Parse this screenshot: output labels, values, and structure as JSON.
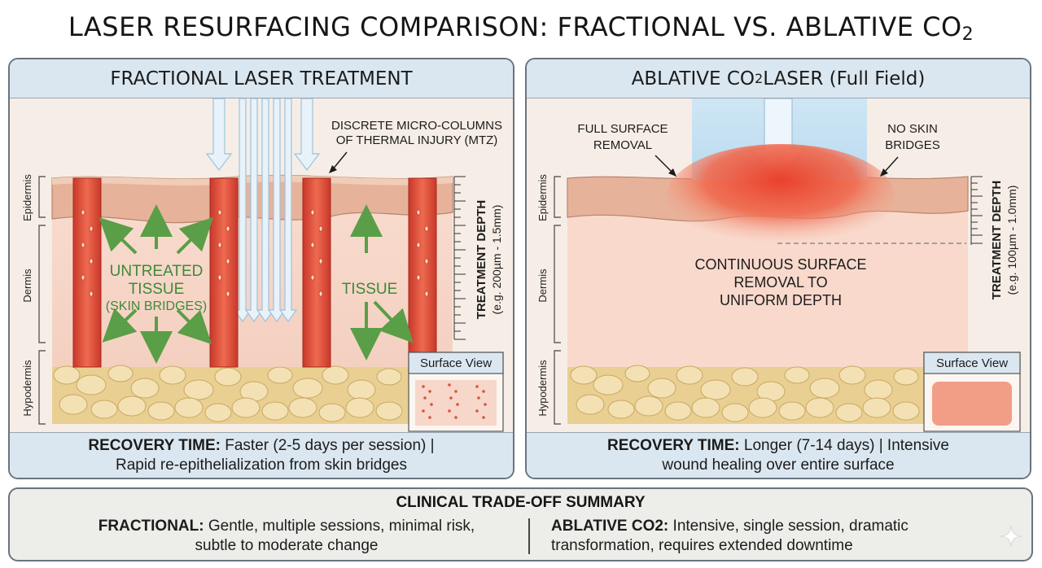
{
  "title": {
    "main": "LASER RESURFACING COMPARISON: FRACTIONAL VS. ABLATIVE CO",
    "sub": "2"
  },
  "colors": {
    "panel_header": "#dbe7f0",
    "epidermis": "#e7b79e",
    "dermis": "#f6d6c8",
    "hypodermis_fat": "#ecd59b",
    "thermal_column": "#e2513b",
    "arrows_green": "#5a9e47",
    "laser_beam": "#cfe6f4"
  },
  "left_panel": {
    "heading": "FRACTIONAL LASER TREATMENT",
    "callout": [
      "DISCRETE MICRO-COLUMNS",
      "OF THERMAL INJURY (MTZ)"
    ],
    "untreated_label": [
      "UNTREATED",
      "TISSUE",
      "(SKIN BRIDGES)"
    ],
    "tissue_label": "TISSUE",
    "layers": [
      "Epidermis",
      "Dermis",
      "Hypodermis"
    ],
    "depth_label": "TREATMENT DEPTH",
    "depth_range": "(e.g. 200µm - 1.5mm)",
    "surface_view": "Surface View",
    "recovery_bold": "RECOVERY TIME:",
    "recovery_line1": " Faster (2-5 days per session) |",
    "recovery_line2": "Rapid re-epithelialization from skin bridges"
  },
  "right_panel": {
    "heading_main": "ABLATIVE CO",
    "heading_sub": "2",
    "heading_rest": " LASER (Full Field)",
    "callout_left": [
      "FULL SURFACE",
      "REMOVAL"
    ],
    "callout_right": [
      "NO SKIN",
      "BRIDGES"
    ],
    "center_label": [
      "CONTINUOUS SURFACE",
      "REMOVAL TO",
      "UNIFORM DEPTH"
    ],
    "layers": [
      "Epidermis",
      "Dermis",
      "Hypodermis"
    ],
    "depth_label": "TREATMENT DEPTH",
    "depth_range": "(e.g. 100µm - 1.0mm)",
    "surface_view": "Surface View",
    "recovery_bold": "RECOVERY TIME:",
    "recovery_line1": " Longer (7-14 days) | Intensive",
    "recovery_line2": "wound healing over entire surface"
  },
  "summary": {
    "title": "CLINICAL TRADE-OFF SUMMARY",
    "left_bold": "FRACTIONAL:",
    "left_line1": " Gentle, multiple sessions, minimal risk,",
    "left_line2": "subtle to moderate change",
    "right_bold": "ABLATIVE CO2:",
    "right_line1": " Intensive, single session, dramatic",
    "right_line2": "transformation, requires extended downtime"
  }
}
